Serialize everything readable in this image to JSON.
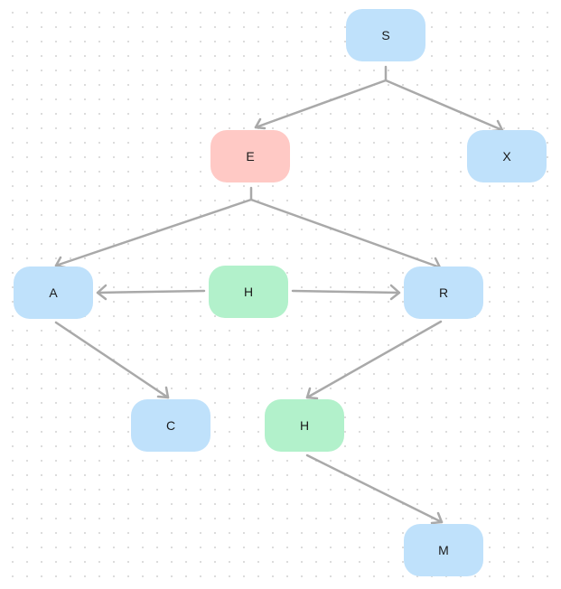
{
  "colors": {
    "default": "#bfe1fb",
    "error": "#ffc9c5",
    "highlight": "#b2f1cb",
    "edge": "#a9a9a9"
  },
  "nodes": {
    "s": {
      "label": "S",
      "kind": "default"
    },
    "e": {
      "label": "E",
      "kind": "error"
    },
    "x": {
      "label": "X",
      "kind": "default"
    },
    "a": {
      "label": "A",
      "kind": "default"
    },
    "h1": {
      "label": "H",
      "kind": "highlight"
    },
    "r": {
      "label": "R",
      "kind": "default"
    },
    "c": {
      "label": "C",
      "kind": "default"
    },
    "h2": {
      "label": "H",
      "kind": "highlight"
    },
    "m": {
      "label": "M",
      "kind": "default"
    }
  },
  "edges": [
    {
      "from": "s",
      "to": "e"
    },
    {
      "from": "s",
      "to": "x"
    },
    {
      "from": "e",
      "to": "a"
    },
    {
      "from": "e",
      "to": "r"
    },
    {
      "from": "h1",
      "to": "a"
    },
    {
      "from": "h1",
      "to": "r"
    },
    {
      "from": "a",
      "to": "c"
    },
    {
      "from": "r",
      "to": "h2"
    },
    {
      "from": "h2",
      "to": "m"
    }
  ]
}
